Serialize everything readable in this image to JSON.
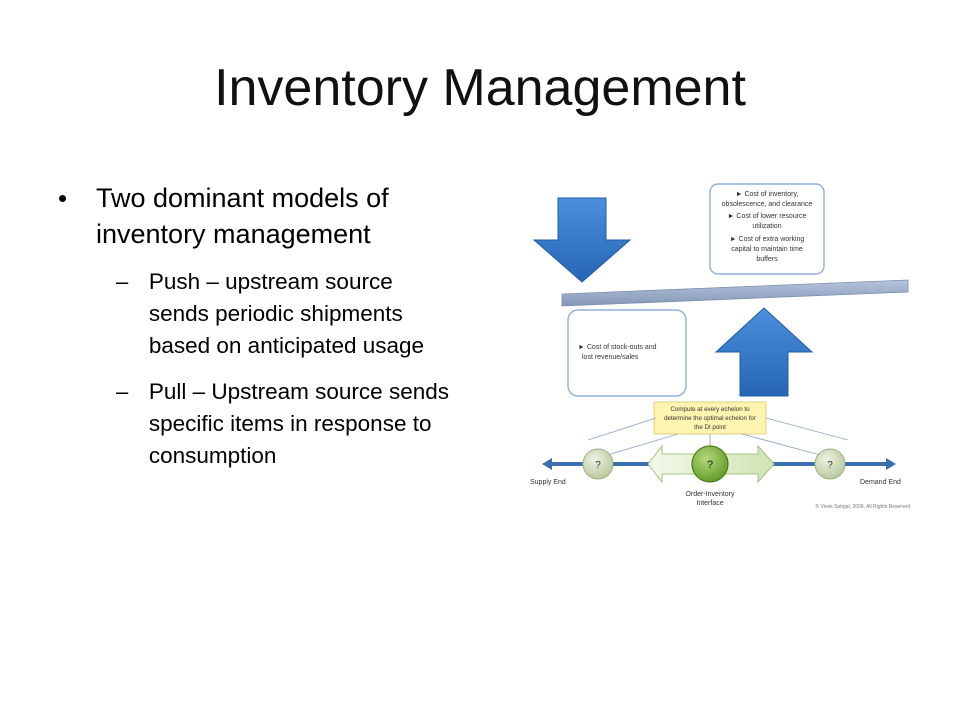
{
  "slide": {
    "title": "Inventory Management",
    "bullet": "Two dominant models of inventory management",
    "sub_bullets": [
      "Push – upstream source sends periodic shipments based on anticipated usage",
      "Pull – Upstream source sends specific items in response to consumption"
    ]
  },
  "diagram": {
    "cost_box_top": [
      "► Cost of inventory,",
      "obsolescence, and clearance",
      "► Cost of lower resource",
      "utilization",
      "► Cost of extra working",
      "capital to maintain time",
      "buffers"
    ],
    "cost_box_left": [
      "► Cost of stock-outs and",
      "lost revenue/sales"
    ],
    "compute_note": [
      "Compute at every echelon to",
      "determine the optimal echelon for",
      "the DI point"
    ],
    "node_label": "?",
    "supply_end": "Supply End",
    "demand_end": "Demand End",
    "interface_label": [
      "Order-Inventory",
      "Interface"
    ],
    "copyright": "© Vivek Sehgal, 2009, All Rights Reserved",
    "colors": {
      "arrow_blue": "#2e77c9",
      "bar_gray": "#9aaecb",
      "node_light": "#cddab6",
      "node_center": "#7fb03c",
      "note_yellow": "#fff4b0",
      "line_blue": "#3a6fb0"
    }
  }
}
